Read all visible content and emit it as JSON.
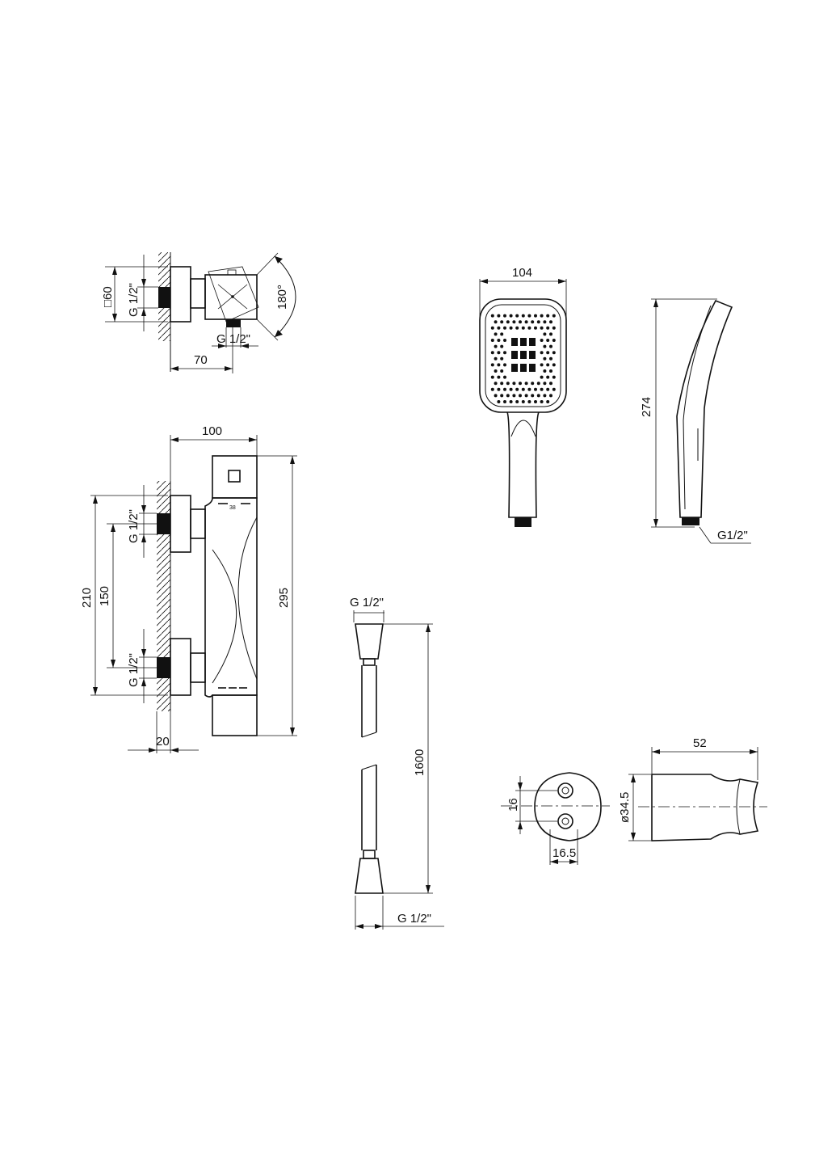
{
  "dimensions": {
    "square_60": "□60",
    "thread_top_view": "G 1/2\"",
    "thread_outlet_top": "G 1/2\"",
    "rotation": "180°",
    "width_70": "70",
    "width_100": "100",
    "height_210": "210",
    "spacing_150": "150",
    "thread_inlet_upper": "G 1/2\"",
    "thread_inlet_lower": "G 1/2\"",
    "height_295": "295",
    "wall_20": "20",
    "temp_mark": "38",
    "head_width_104": "104",
    "head_length_274": "274",
    "head_thread": "G1/2\"",
    "hose_thread_top": "G 1/2\"",
    "hose_length_1600": "1600",
    "hose_thread_bottom": "G 1/2\"",
    "holder_depth_52": "52",
    "holder_spacing_16": "16",
    "holder_spacing_16_5": "16.5",
    "holder_diameter": "ø34.5"
  },
  "colors": {
    "line": "#111111",
    "background": "#ffffff"
  }
}
